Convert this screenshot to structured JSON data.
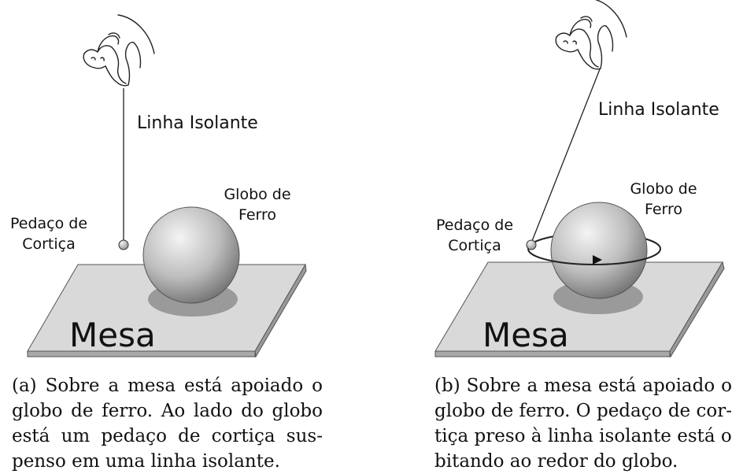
{
  "panel_a": {
    "labels": {
      "linha": "Linha Isolante",
      "globo_1": "Globo de",
      "globo_2": "Ferro",
      "pedaco_1": "Pedaço de",
      "pedaco_2": "Cortiça",
      "mesa": "Mesa"
    },
    "caption": [
      "(a) Sobre a mesa está apoiado o",
      "globo de ferro. Ao lado do globo",
      "está um pedaço de cortiça sus-",
      "penso em uma linha isolante."
    ]
  },
  "panel_b": {
    "labels": {
      "linha": "Linha Isolante",
      "globo_1": "Globo de",
      "globo_2": "Ferro",
      "pedaco_1": "Pedaço de",
      "pedaco_2": "Cortiça",
      "mesa": "Mesa"
    },
    "caption": [
      "(b) Sobre a mesa está apoiado o",
      "globo de ferro. O pedaço de cor-",
      "tiça preso à linha isolante está or-",
      "bitando ao redor do globo."
    ]
  },
  "colors": {
    "table_top": "#d9d9d9",
    "table_edge": "#a8a8a8",
    "shadow": "#9a9a9a",
    "sphere_light": "#f2f2f2",
    "sphere_dark": "#6e6e6e"
  }
}
